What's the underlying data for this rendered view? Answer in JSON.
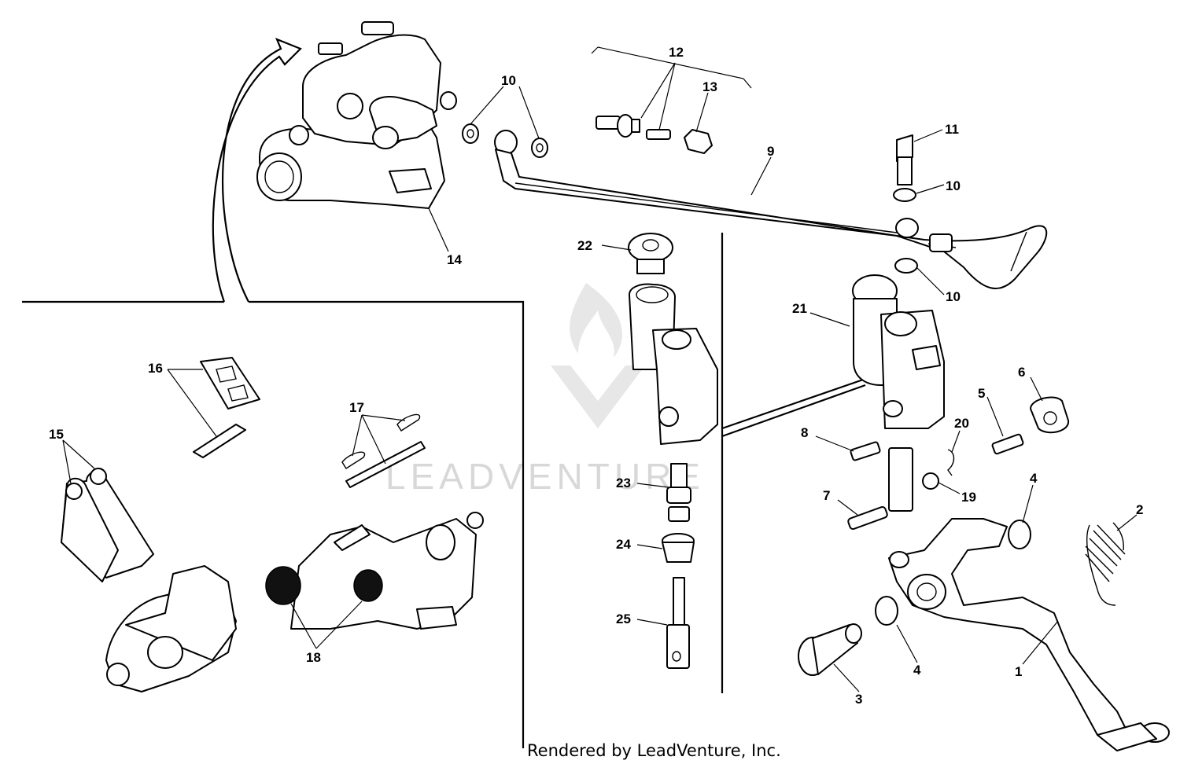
{
  "diagram": {
    "credit": "Rendered by LeadVenture, Inc.",
    "watermark": "LEADVENTURE",
    "callouts": [
      {
        "id": "c1",
        "text": "1"
      },
      {
        "id": "c2",
        "text": "2"
      },
      {
        "id": "c3",
        "text": "3"
      },
      {
        "id": "c4a",
        "text": "4"
      },
      {
        "id": "c4b",
        "text": "4"
      },
      {
        "id": "c5",
        "text": "5"
      },
      {
        "id": "c6",
        "text": "6"
      },
      {
        "id": "c7",
        "text": "7"
      },
      {
        "id": "c8",
        "text": "8"
      },
      {
        "id": "c9",
        "text": "9"
      },
      {
        "id": "c10a",
        "text": "10"
      },
      {
        "id": "c10b",
        "text": "10"
      },
      {
        "id": "c10c",
        "text": "10"
      },
      {
        "id": "c11",
        "text": "11"
      },
      {
        "id": "c12",
        "text": "12"
      },
      {
        "id": "c13",
        "text": "13"
      },
      {
        "id": "c14",
        "text": "14"
      },
      {
        "id": "c15",
        "text": "15"
      },
      {
        "id": "c16",
        "text": "16"
      },
      {
        "id": "c17",
        "text": "17"
      },
      {
        "id": "c18",
        "text": "18"
      },
      {
        "id": "c19",
        "text": "19"
      },
      {
        "id": "c20",
        "text": "20"
      },
      {
        "id": "c21",
        "text": "21"
      },
      {
        "id": "c22",
        "text": "22"
      },
      {
        "id": "c23",
        "text": "23"
      },
      {
        "id": "c24",
        "text": "24"
      },
      {
        "id": "c25",
        "text": "25"
      }
    ]
  }
}
